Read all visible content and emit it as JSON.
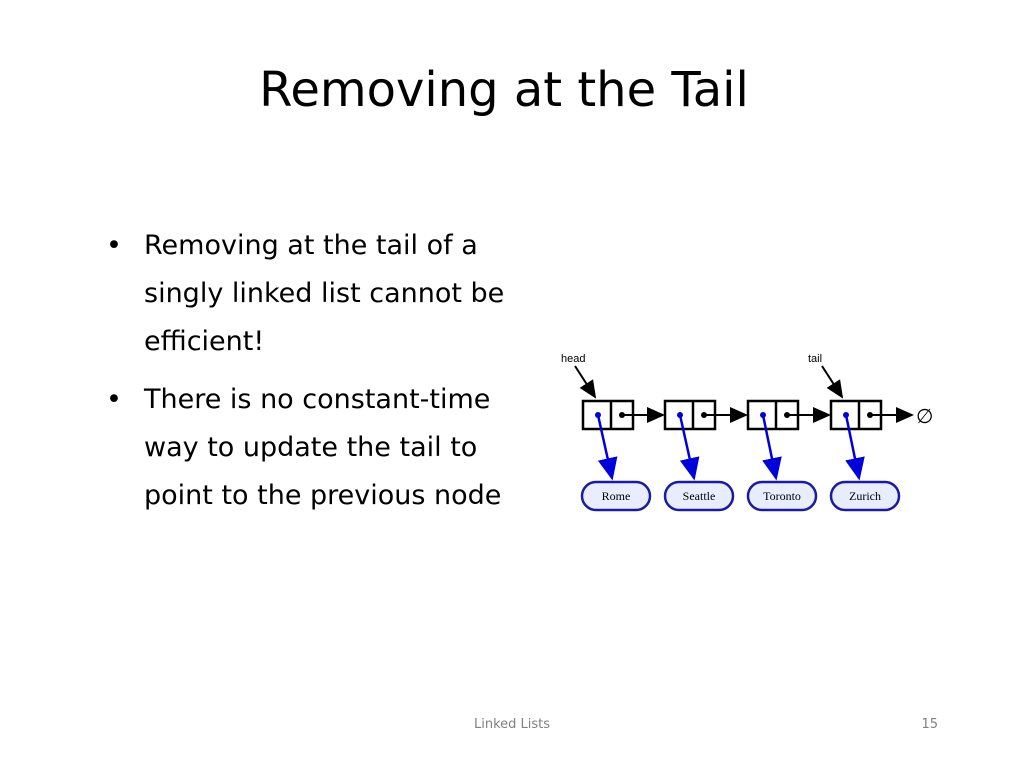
{
  "slide": {
    "title": "Removing at the Tail",
    "bullets": [
      "Removing at the tail of a singly linked list cannot be efficient!",
      "There is no constant-time way to update the tail to point to the previous node"
    ]
  },
  "diagram": {
    "head_label": "head",
    "tail_label": "tail",
    "null_symbol": "∅",
    "elements": [
      "Rome",
      "Seattle",
      "Toronto",
      "Zurich"
    ],
    "colors": {
      "pointer": "#0000dd",
      "element_fill": "#e8eeff",
      "element_stroke": "#1a1aa6"
    }
  },
  "footer": {
    "center": "Linked Lists",
    "page_number": "15"
  }
}
